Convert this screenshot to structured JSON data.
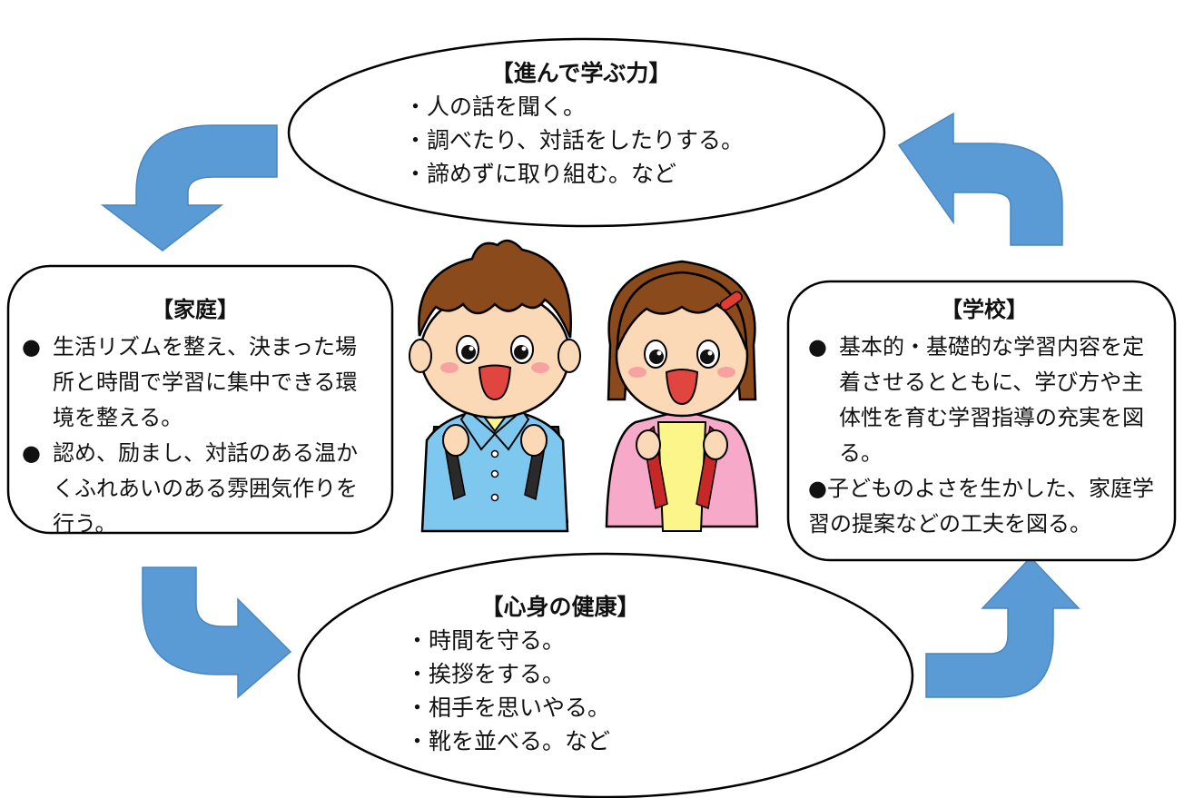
{
  "top": {
    "title": "【進んで学ぶ力】",
    "items": [
      "・人の話を聞く。",
      "・調べたり、対話をしたりする。",
      "・諦めずに取り組む。など"
    ]
  },
  "bottom": {
    "title": "【心身の健康】",
    "items": [
      "・時間を守る。",
      "・挨拶をする。",
      "・相手を思いやる。",
      "・靴を並べる。など"
    ]
  },
  "home": {
    "title": "【家庭】",
    "bullet": "●",
    "items": [
      "生活リズムを整え、決まった場所と時間で学習に集中できる環境を整える。",
      "認め、励まし、対話のある温かくふれあいのある雰囲気作りを行う。"
    ]
  },
  "school": {
    "title": "【学校】",
    "bullet": "●",
    "items": [
      "基本的・基礎的な学習内容を定着させるとともに、学び方や主体性を育む学習指導の充実を図る。",
      "子どものよさを生かした、家庭学習の提案などの工夫を図る。"
    ]
  },
  "colors": {
    "arrow_fill": "#5b9bd5",
    "arrow_stroke": "#4a86c0",
    "outline": "#000000",
    "boy_shirt": "#7ec8ef",
    "girl_shirt": "#f6a9c8",
    "girl_inner": "#fbf58a",
    "hair": "#8a4a1c",
    "skin": "#fcd9b6"
  },
  "icons": {
    "arrows": "curved-arrow-icon",
    "children": "boy-and-girl-with-backpacks-illustration"
  }
}
